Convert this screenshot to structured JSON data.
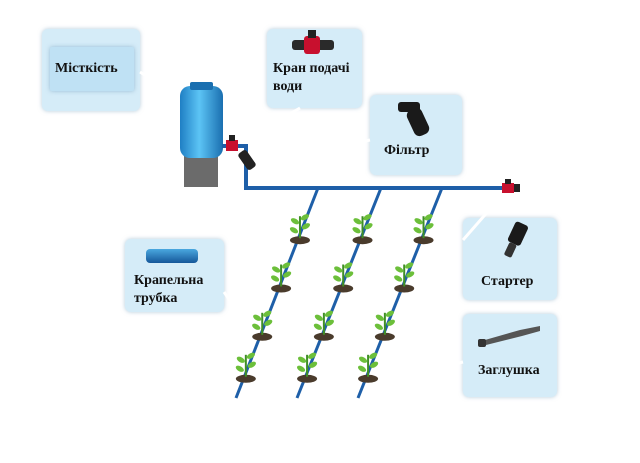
{
  "labels": {
    "tank": "Місткість",
    "valve": "Кран подачі води",
    "filter": "Фільтр",
    "tube": "Крапельна трубка",
    "starter": "Стартер",
    "plug": "Заглушка"
  },
  "colors": {
    "pipe": "#1e5fa8",
    "callout": "#d5ecf8",
    "tank": "#2e9de0",
    "valve": "#c8102e",
    "plant": "#6cbf3a",
    "soil": "#4a3b2c"
  }
}
